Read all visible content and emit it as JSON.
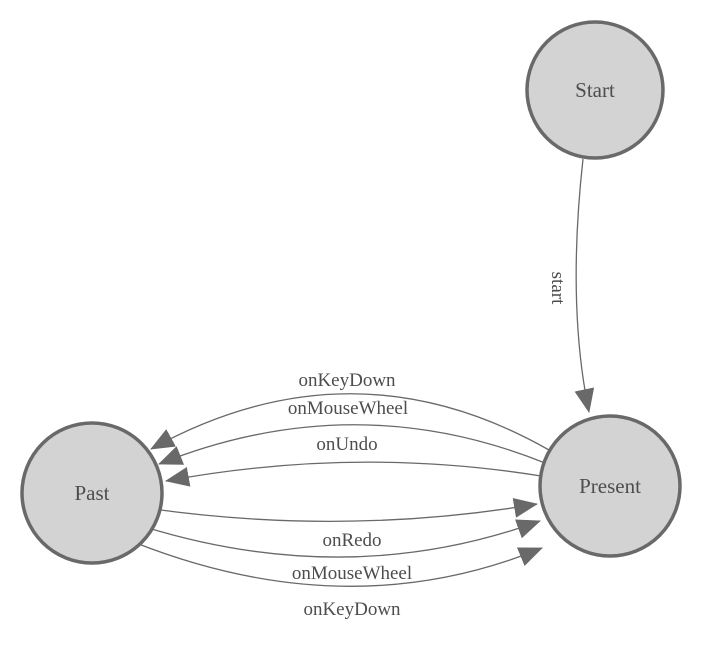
{
  "diagram": {
    "type": "state-machine",
    "background": "#ffffff",
    "colors": {
      "node_fill": "#d3d3d3",
      "node_border": "#696969",
      "edge_line": "#696969",
      "arrowhead": "#696969",
      "label_text": "#4d4d4d"
    },
    "nodes": [
      {
        "id": "start",
        "label": "Start"
      },
      {
        "id": "past",
        "label": "Past"
      },
      {
        "id": "present",
        "label": "Present"
      }
    ],
    "edges": [
      {
        "from": "Start",
        "to": "Present",
        "label": "start"
      },
      {
        "from": "Present",
        "to": "Past",
        "label": "onKeyDown"
      },
      {
        "from": "Present",
        "to": "Past",
        "label": "onMouseWheel"
      },
      {
        "from": "Present",
        "to": "Past",
        "label": "onUndo"
      },
      {
        "from": "Past",
        "to": "Present",
        "label": "onRedo"
      },
      {
        "from": "Past",
        "to": "Present",
        "label": "onMouseWheel"
      },
      {
        "from": "Past",
        "to": "Present",
        "label": "onKeyDown"
      }
    ]
  }
}
